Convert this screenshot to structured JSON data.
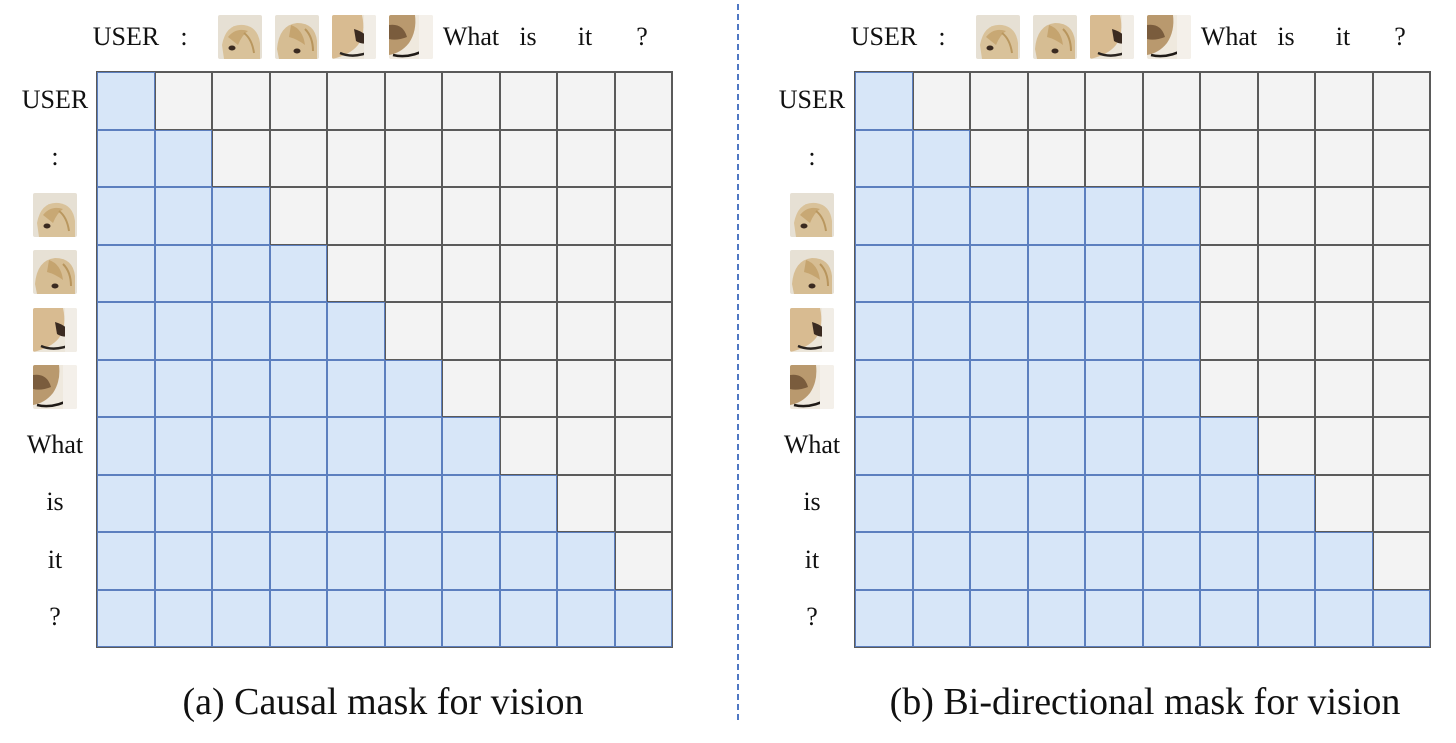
{
  "tokens": [
    {
      "type": "text",
      "label": "USER"
    },
    {
      "type": "text",
      "label": ":"
    },
    {
      "type": "image",
      "icon": "dog-head-patch-icon",
      "variant": 1
    },
    {
      "type": "image",
      "icon": "dog-head-patch-icon",
      "variant": 2
    },
    {
      "type": "image",
      "icon": "dog-head-patch-icon",
      "variant": 3
    },
    {
      "type": "image",
      "icon": "dog-head-patch-icon",
      "variant": 4
    },
    {
      "type": "text",
      "label": "What"
    },
    {
      "type": "text",
      "label": "is"
    },
    {
      "type": "text",
      "label": "it"
    },
    {
      "type": "text",
      "label": "?"
    }
  ],
  "colors": {
    "attend_fill": "#d7e6f8",
    "attend_border": "#5c7fbf",
    "mask_fill": "#f3f3f3",
    "mask_border": "#5a5a5a",
    "divider": "#4f78c4"
  },
  "panels": [
    {
      "id": "a",
      "caption": "(a) Causal mask for vision",
      "mask_type": "causal",
      "attention": [
        [
          1,
          0,
          0,
          0,
          0,
          0,
          0,
          0,
          0,
          0
        ],
        [
          1,
          1,
          0,
          0,
          0,
          0,
          0,
          0,
          0,
          0
        ],
        [
          1,
          1,
          1,
          0,
          0,
          0,
          0,
          0,
          0,
          0
        ],
        [
          1,
          1,
          1,
          1,
          0,
          0,
          0,
          0,
          0,
          0
        ],
        [
          1,
          1,
          1,
          1,
          1,
          0,
          0,
          0,
          0,
          0
        ],
        [
          1,
          1,
          1,
          1,
          1,
          1,
          0,
          0,
          0,
          0
        ],
        [
          1,
          1,
          1,
          1,
          1,
          1,
          1,
          0,
          0,
          0
        ],
        [
          1,
          1,
          1,
          1,
          1,
          1,
          1,
          1,
          0,
          0
        ],
        [
          1,
          1,
          1,
          1,
          1,
          1,
          1,
          1,
          1,
          0
        ],
        [
          1,
          1,
          1,
          1,
          1,
          1,
          1,
          1,
          1,
          1
        ]
      ]
    },
    {
      "id": "b",
      "caption": "(b) Bi-directional mask for vision",
      "mask_type": "bidirectional-vision",
      "attention": [
        [
          1,
          0,
          0,
          0,
          0,
          0,
          0,
          0,
          0,
          0
        ],
        [
          1,
          1,
          0,
          0,
          0,
          0,
          0,
          0,
          0,
          0
        ],
        [
          1,
          1,
          1,
          1,
          1,
          1,
          0,
          0,
          0,
          0
        ],
        [
          1,
          1,
          1,
          1,
          1,
          1,
          0,
          0,
          0,
          0
        ],
        [
          1,
          1,
          1,
          1,
          1,
          1,
          0,
          0,
          0,
          0
        ],
        [
          1,
          1,
          1,
          1,
          1,
          1,
          0,
          0,
          0,
          0
        ],
        [
          1,
          1,
          1,
          1,
          1,
          1,
          1,
          0,
          0,
          0
        ],
        [
          1,
          1,
          1,
          1,
          1,
          1,
          1,
          1,
          0,
          0
        ],
        [
          1,
          1,
          1,
          1,
          1,
          1,
          1,
          1,
          1,
          0
        ],
        [
          1,
          1,
          1,
          1,
          1,
          1,
          1,
          1,
          1,
          1
        ]
      ]
    }
  ]
}
